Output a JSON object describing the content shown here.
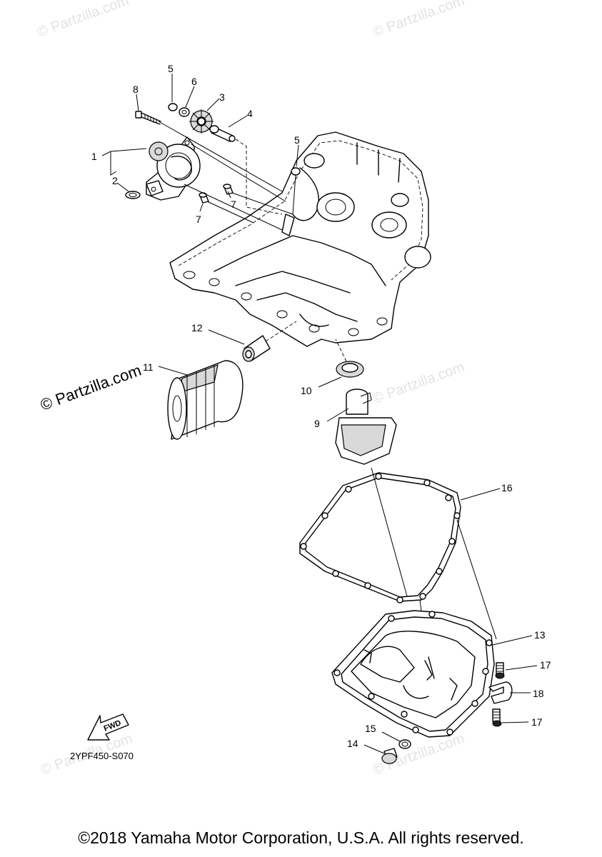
{
  "watermark": "© Partzilla.com",
  "diagram_code": "2YPF450-S070",
  "fwd_label": "FWD",
  "copyright": "©2018 Yamaha Motor Corporation, U.S.A. All rights reserved.",
  "callouts": [
    {
      "id": "c1",
      "text": "1"
    },
    {
      "id": "c2",
      "text": "2"
    },
    {
      "id": "c3",
      "text": "3"
    },
    {
      "id": "c4",
      "text": "4"
    },
    {
      "id": "c5a",
      "text": "5"
    },
    {
      "id": "c5b",
      "text": "5"
    },
    {
      "id": "c6",
      "text": "6"
    },
    {
      "id": "c7a",
      "text": "7"
    },
    {
      "id": "c7b",
      "text": "7"
    },
    {
      "id": "c8",
      "text": "8"
    },
    {
      "id": "c9",
      "text": "9"
    },
    {
      "id": "c10",
      "text": "10"
    },
    {
      "id": "c11",
      "text": "11"
    },
    {
      "id": "c12",
      "text": "12"
    },
    {
      "id": "c13",
      "text": "13"
    },
    {
      "id": "c14",
      "text": "14"
    },
    {
      "id": "c15",
      "text": "15"
    },
    {
      "id": "c16",
      "text": "16"
    },
    {
      "id": "c17a",
      "text": "17"
    },
    {
      "id": "c17b",
      "text": "17"
    },
    {
      "id": "c18",
      "text": "18"
    }
  ]
}
